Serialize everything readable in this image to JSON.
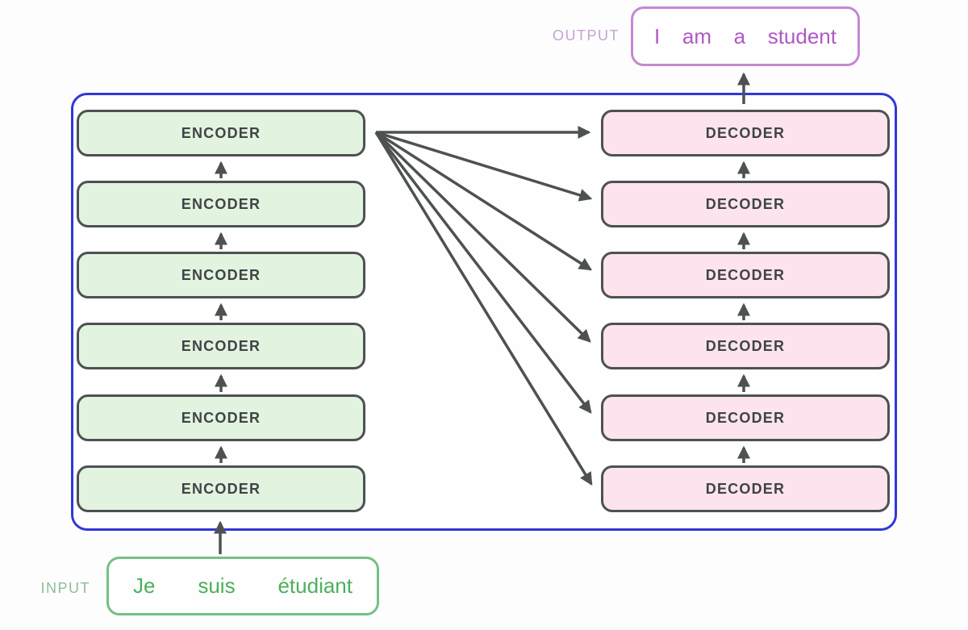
{
  "diagram": {
    "input_label": "INPUT",
    "output_label": "OUTPUT",
    "input_words": [
      "Je",
      "suis",
      "étudiant"
    ],
    "output_words": [
      "I",
      "am",
      "a",
      "student"
    ],
    "encoders": [
      "ENCODER",
      "ENCODER",
      "ENCODER",
      "ENCODER",
      "ENCODER",
      "ENCODER"
    ],
    "decoders": [
      "DECODER",
      "DECODER",
      "DECODER",
      "DECODER",
      "DECODER",
      "DECODER"
    ],
    "colors": {
      "boundary_blue": "#3038d8",
      "encoder_fill": "#e2f3e0",
      "decoder_fill": "#fce3ee",
      "block_border": "#4d5152",
      "block_text": "#3f4445",
      "arrow": "#4d5152",
      "input_border": "#74c083",
      "input_text": "#4cb05c",
      "input_label": "#8fbb97",
      "output_border": "#c687d2",
      "output_text": "#b058c6",
      "output_label": "#c6a3d4"
    }
  }
}
